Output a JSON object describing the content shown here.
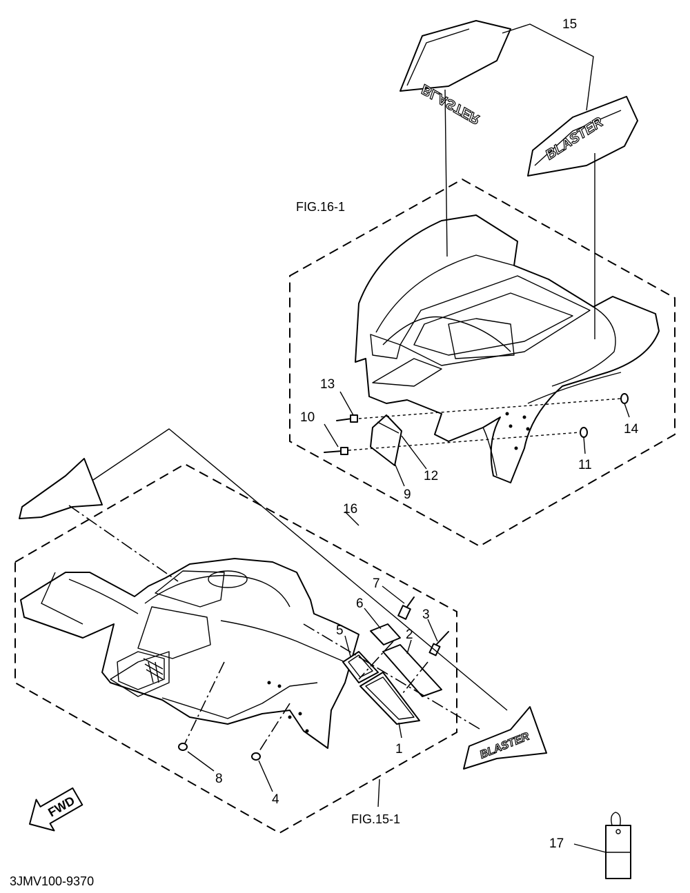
{
  "figure": {
    "fig_16_ref": "FIG.16-1",
    "fig_15_ref": "FIG.15-1",
    "drawing_number": "3JMV100-9370",
    "fwd_label": "FWD"
  },
  "decals": {
    "brand": "BLASTER"
  },
  "callouts": [
    "1",
    "2",
    "3",
    "4",
    "5",
    "6",
    "7",
    "8",
    "9",
    "10",
    "11",
    "12",
    "13",
    "14",
    "15",
    "16",
    "17"
  ]
}
